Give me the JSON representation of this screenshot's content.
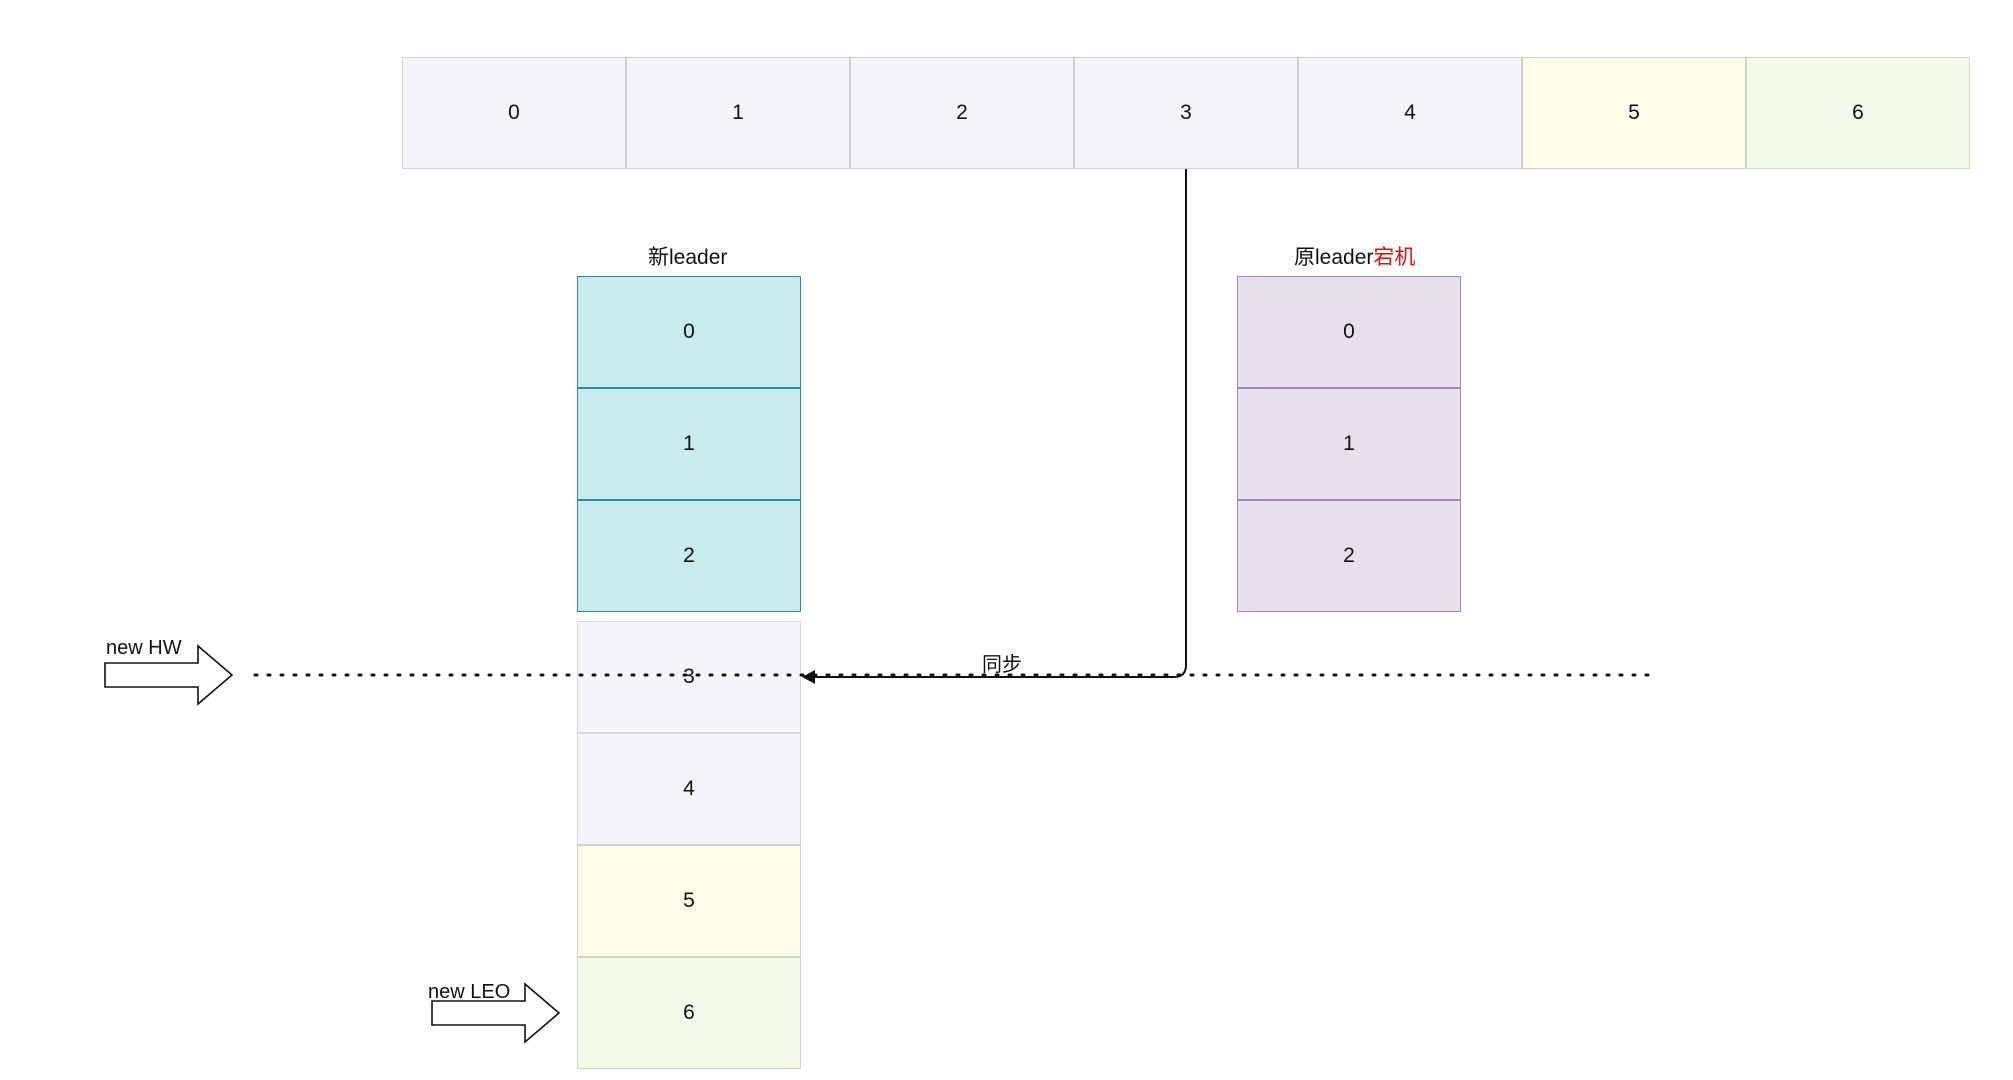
{
  "log_row": {
    "cells": [
      {
        "label": "0",
        "tone": "gray"
      },
      {
        "label": "1",
        "tone": "gray"
      },
      {
        "label": "2",
        "tone": "gray"
      },
      {
        "label": "3",
        "tone": "gray"
      },
      {
        "label": "4",
        "tone": "gray"
      },
      {
        "label": "5",
        "tone": "yellow"
      },
      {
        "label": "6",
        "tone": "green"
      }
    ]
  },
  "new_leader": {
    "title": "新leader",
    "cells": [
      {
        "label": "0",
        "tone": "teal"
      },
      {
        "label": "1",
        "tone": "teal"
      },
      {
        "label": "2",
        "tone": "teal"
      },
      {
        "label": "3",
        "tone": "gray"
      },
      {
        "label": "4",
        "tone": "gray"
      },
      {
        "label": "5",
        "tone": "yellow"
      },
      {
        "label": "6",
        "tone": "green"
      }
    ]
  },
  "old_leader": {
    "title_prefix": "原leader",
    "title_suffix": "宕机",
    "cells": [
      {
        "label": "0",
        "tone": "purple"
      },
      {
        "label": "1",
        "tone": "purple"
      },
      {
        "label": "2",
        "tone": "purple"
      }
    ]
  },
  "markers": {
    "hw_label": "new HW",
    "leo_label": "new LEO"
  },
  "sync_label": "同步",
  "colors": {
    "teal": "#c8ebed",
    "purple": "#e7dfee",
    "gray": "#f5f5f9",
    "yellow": "#fdfdea",
    "green": "#f3fbea",
    "warning_text": "#e01010"
  }
}
